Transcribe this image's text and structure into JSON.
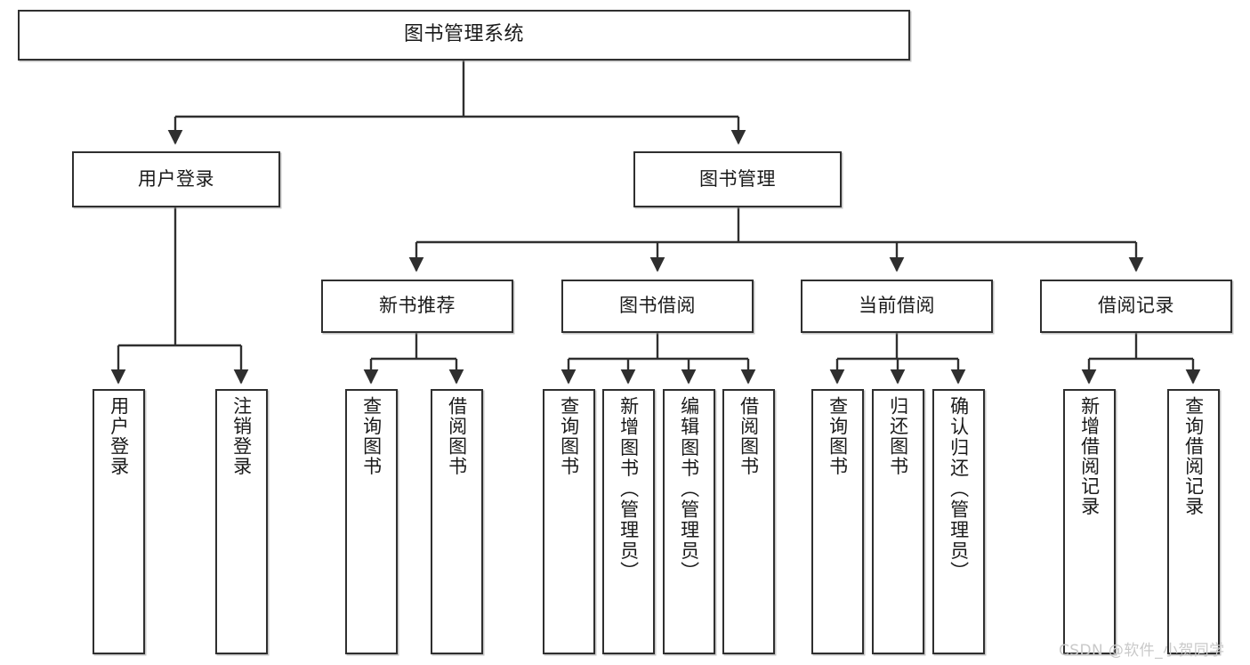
{
  "diagram": {
    "type": "tree-hierarchy-chart",
    "title": "图书管理系统",
    "stroke_color": "#2f2f2f",
    "background_color": "#ffffff",
    "text_color": "#1a1a1a",
    "nodes": {
      "root": {
        "label": "图书管理系统"
      },
      "level2": [
        {
          "id": "user-login",
          "label": "用户登录"
        },
        {
          "id": "book-manage",
          "label": "图书管理"
        }
      ],
      "level3": [
        {
          "id": "new-book-recommend",
          "label": "新书推荐"
        },
        {
          "id": "book-borrow",
          "label": "图书借阅"
        },
        {
          "id": "current-borrow",
          "label": "当前借阅"
        },
        {
          "id": "borrow-record",
          "label": "借阅记录"
        }
      ],
      "leaves": {
        "user_login": [
          {
            "id": "leaf-user-login",
            "label": "用户登录"
          },
          {
            "id": "leaf-logout-login",
            "label": "注销登录"
          }
        ],
        "new_book_recommend": [
          {
            "id": "leaf-query-book-1",
            "label": "查询图书"
          },
          {
            "id": "leaf-borrow-book-1",
            "label": "借阅图书"
          }
        ],
        "book_borrow": [
          {
            "id": "leaf-query-book-2",
            "label": "查询图书"
          },
          {
            "id": "leaf-add-book",
            "label": "新增图书（管理员）"
          },
          {
            "id": "leaf-edit-book",
            "label": "编辑图书（管理员）"
          },
          {
            "id": "leaf-borrow-book-2",
            "label": "借阅图书"
          }
        ],
        "current_borrow": [
          {
            "id": "leaf-query-book-3",
            "label": "查询图书"
          },
          {
            "id": "leaf-return-book",
            "label": "归还图书"
          },
          {
            "id": "leaf-confirm-return",
            "label": "确认归还（管理员）"
          }
        ],
        "borrow_record": [
          {
            "id": "leaf-add-record",
            "label": "新增借阅记录"
          },
          {
            "id": "leaf-query-record",
            "label": "查询借阅记录"
          }
        ]
      }
    },
    "watermark": "CSDN @软件_小贺同学"
  }
}
